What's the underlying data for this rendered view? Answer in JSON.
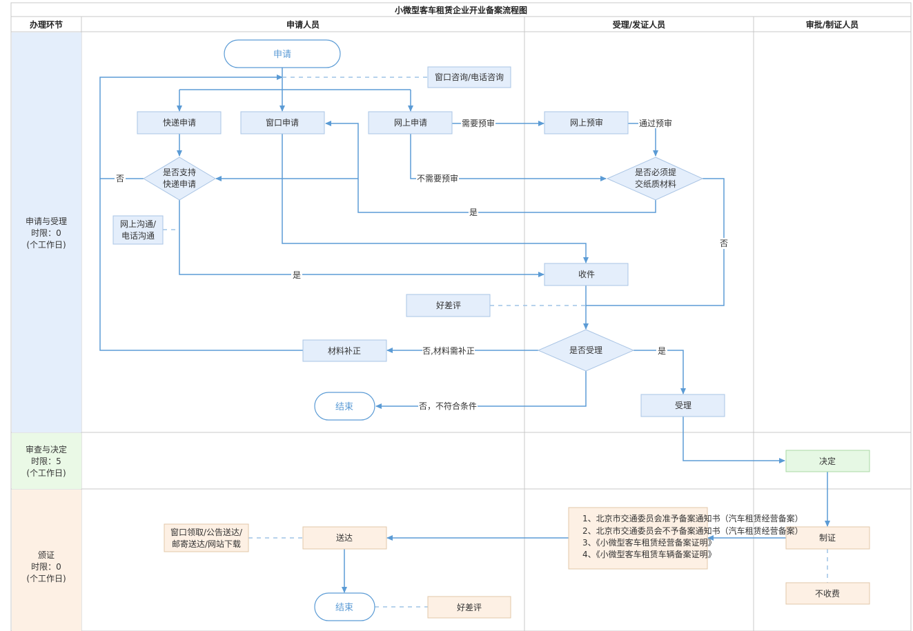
{
  "title": "小微型客车租赁企业开业备案流程图",
  "headers": {
    "stage": "办理环节",
    "applicant": "申请人员",
    "acceptor": "受理/发证人员",
    "approver": "审批/制证人员"
  },
  "stages": {
    "apply": {
      "name": "申请与受理",
      "limit": "时限：0",
      "unit": "(个工作日)"
    },
    "review": {
      "name": "审查与决定",
      "limit": "时限：5",
      "unit": "(个工作日)"
    },
    "issue": {
      "name": "颁证",
      "limit": "时限：0",
      "unit": "(个工作日)"
    }
  },
  "nodes": {
    "start": "申请",
    "consult": "窗口咨询/电话咨询",
    "express_apply": "快递申请",
    "window_apply": "窗口申请",
    "online_apply": "网上申请",
    "online_precheck": "网上预审",
    "express_support_1": "是否支持",
    "express_support_2": "快递申请",
    "paper_required_1": "是否必须提",
    "paper_required_2": "交纸质材料",
    "comm_1": "网上沟通/",
    "comm_2": "电话沟通",
    "receive": "收件",
    "rating1": "好差评",
    "accept_decision": "是否受理",
    "supplement": "材料补正",
    "end1": "结束",
    "accept": "受理",
    "decide": "决定",
    "certify": "制证",
    "no_fee": "不收费",
    "deliver": "送达",
    "end2": "结束",
    "rating2": "好差评",
    "delivery_methods_1": "窗口领取/公告送达/",
    "delivery_methods_2": "邮寄送达/网站下载",
    "documents": [
      "1、北京市交通委员会准予备案通知书（汽车租赁经营备案）",
      "2、北京市交通委员会不予备案通知书（汽车租赁经营备案）",
      "3、《小微型客车租赁经营备案证明》",
      "4、《小微型客车租赁车辆备案证明》"
    ]
  },
  "labels": {
    "need_precheck": "需要预审",
    "pass_precheck": "通过预审",
    "no_precheck": "不需要预审",
    "yes": "是",
    "no": "否",
    "no_supplement": "否,材料需补正",
    "no_conditions": "否，不符合条件"
  },
  "colors": {
    "line": "#5b9bd5",
    "box_fill": "#e4eefb",
    "box_stroke": "#a9c4e4",
    "stage1_fill": "#e4eefb",
    "stage2_fill": "#eaf9e6",
    "stage3_fill": "#fdf0e4",
    "decide_fill": "#e6f8e4",
    "issue_box_fill": "#fdf0e4",
    "grid": "#c8c8c8",
    "text": "#333333",
    "end_text": "#5b9bd5"
  }
}
